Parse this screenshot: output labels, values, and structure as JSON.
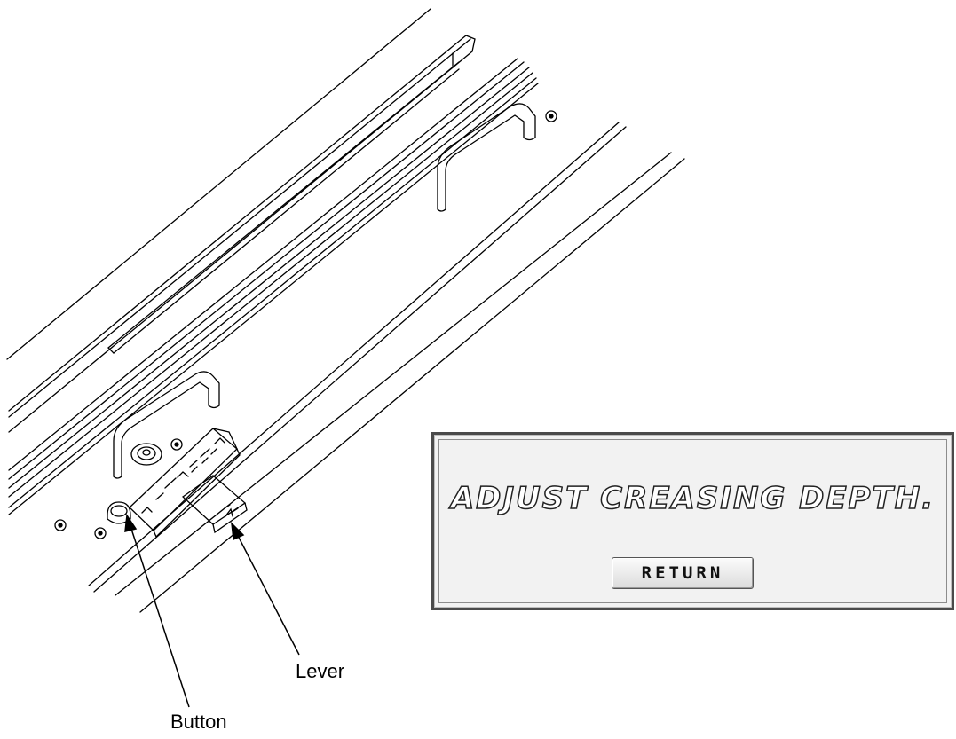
{
  "callouts": {
    "lever": "Lever",
    "button": "Button"
  },
  "panel": {
    "message": "ADJUST CREASING DEPTH.",
    "return_label": "RETURN"
  },
  "colors": {
    "line": "#000000",
    "panel_background": "#f2f2f2",
    "panel_border": "#4a4a4a"
  }
}
